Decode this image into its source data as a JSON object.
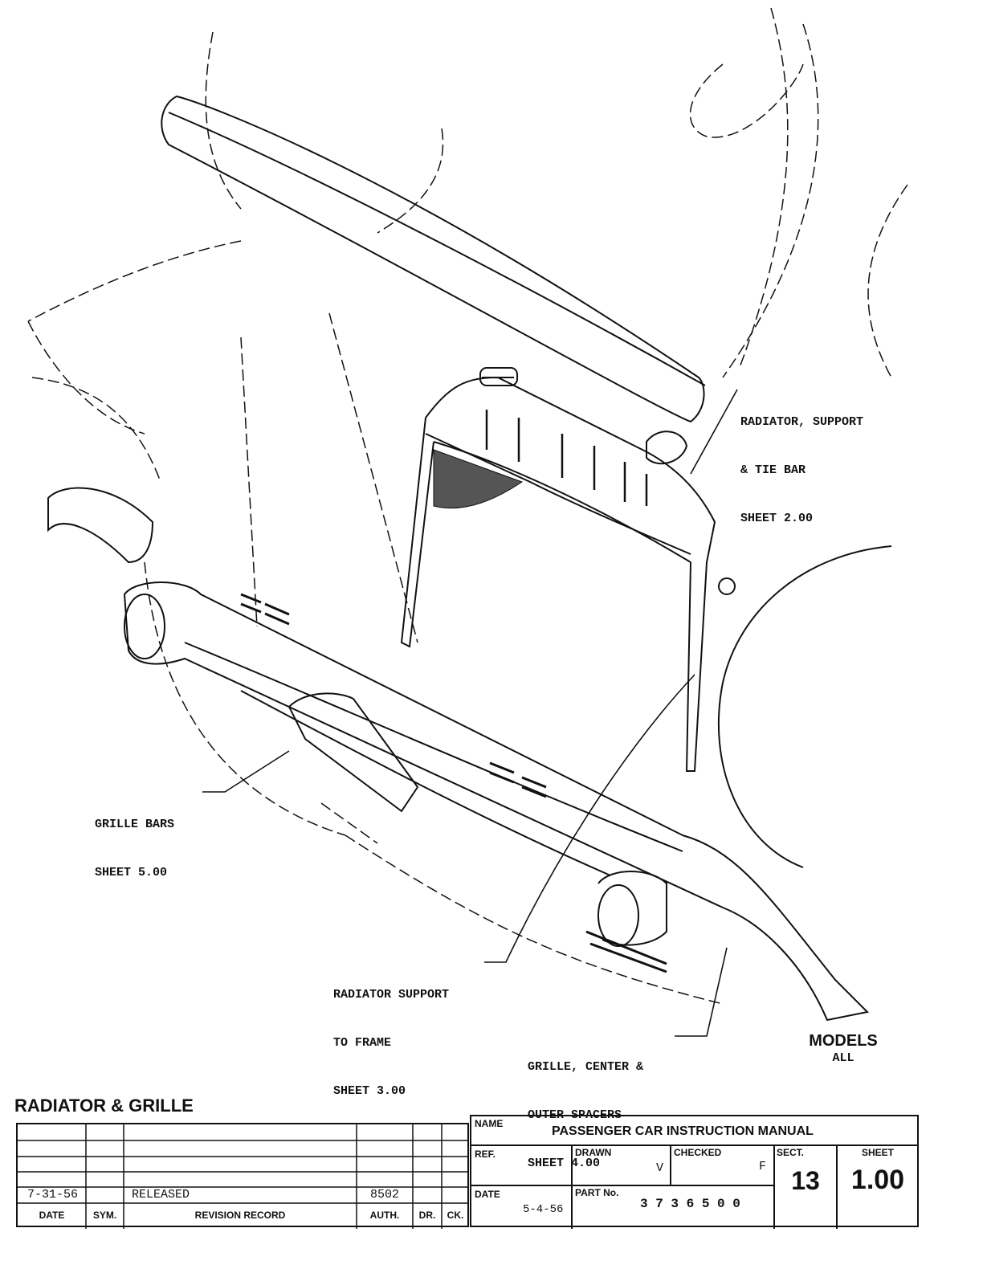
{
  "callouts": {
    "radiator_support_tie_bar": [
      "RADIATOR, SUPPORT",
      "& TIE BAR",
      "SHEET 2.00"
    ],
    "grille_bars": [
      "GRILLE BARS",
      "SHEET 5.00"
    ],
    "radiator_support_frame": [
      "RADIATOR SUPPORT",
      "TO FRAME",
      "SHEET 3.00"
    ],
    "grille_spacers": [
      "GRILLE, CENTER &",
      "OUTER SPACERS",
      "SHEET 4.00"
    ]
  },
  "models": {
    "label": "MODELS",
    "value": "ALL"
  },
  "title": "RADIATOR & GRILLE",
  "revision": {
    "entry": {
      "date": "7-31-56",
      "sym": "",
      "record": "RELEASED",
      "auth": "8502"
    },
    "headers": {
      "date": "DATE",
      "sym": "SYM.",
      "record": "REVISION RECORD",
      "auth": "AUTH.",
      "dr": "DR.",
      "ck": "CK."
    }
  },
  "title_block": {
    "name_label": "NAME",
    "name": "PASSENGER CAR INSTRUCTION MANUAL",
    "ref_label": "REF.",
    "drawn_label": "DRAWN",
    "drawn": "V",
    "checked_label": "CHECKED",
    "checked": "F",
    "sect_label": "SECT.",
    "sect": "13",
    "sheet_label": "SHEET",
    "sheet": "1.00",
    "date_label": "DATE",
    "date": "5-4-56",
    "part_label": "PART No.",
    "part": "3 7 3 6 5 0 0"
  }
}
